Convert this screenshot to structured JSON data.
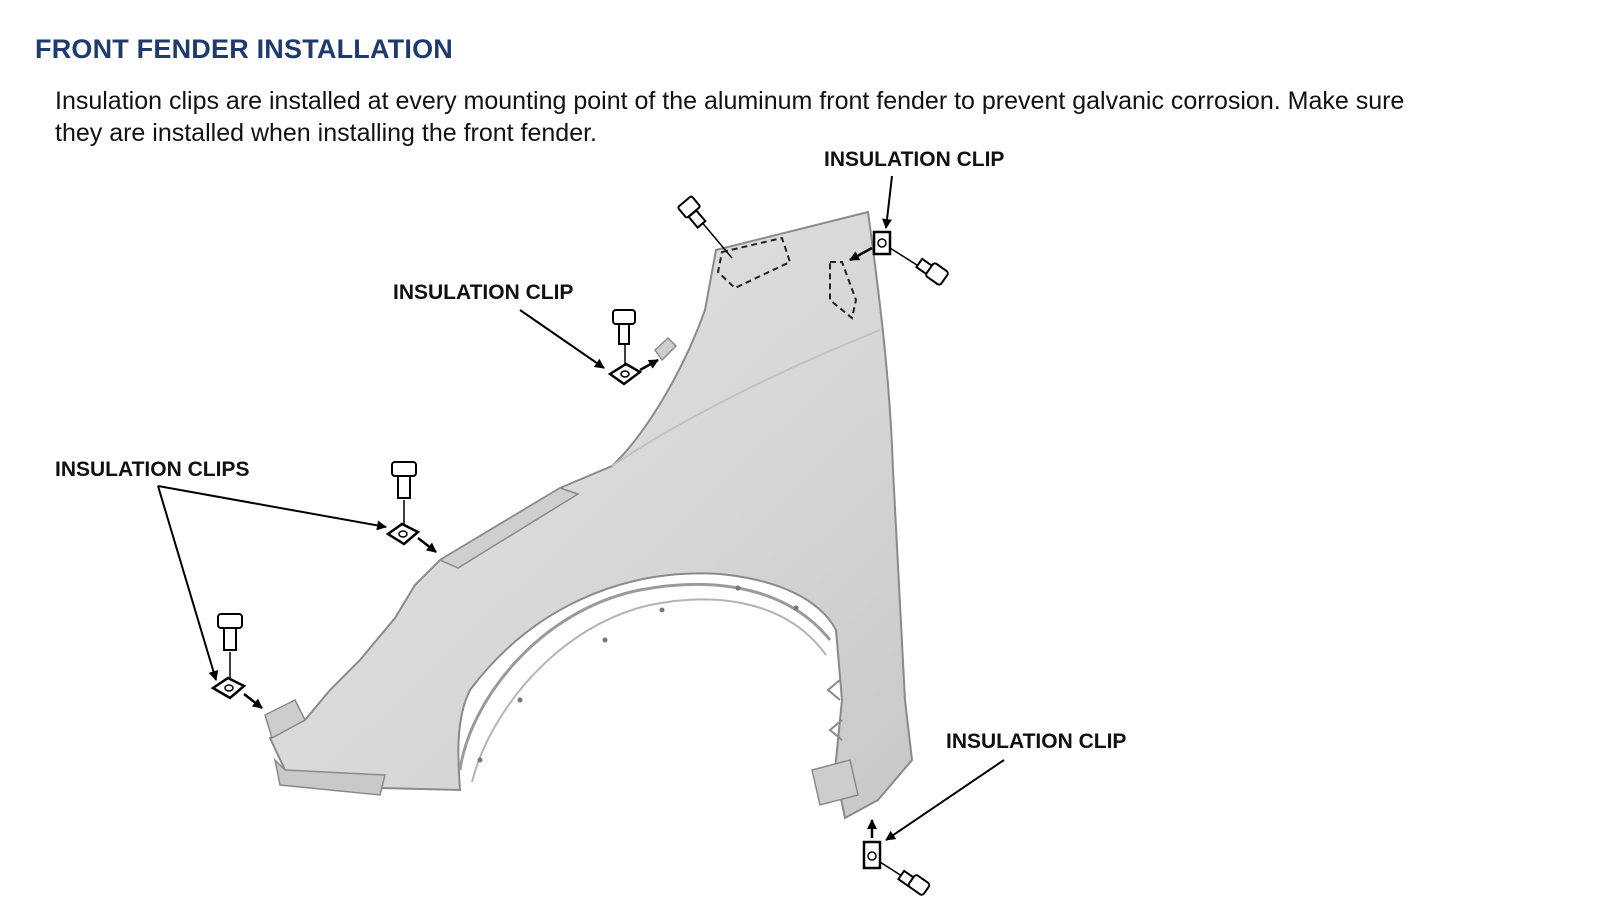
{
  "section": {
    "title": "FRONT FENDER INSTALLATION",
    "description_line1": "Insulation clips are installed at every mounting point of the aluminum front fender to prevent galvanic corrosion. Make sure",
    "description_line2": "they are installed when installing the front fender."
  },
  "callouts": {
    "top_right": "INSULATION CLIP",
    "top_middle": "INSULATION CLIP",
    "left": "INSULATION CLIPS",
    "bottom_right": "INSULATION CLIP"
  },
  "colors": {
    "heading": "#1f3b6e",
    "text": "#111111",
    "fender_fill": "#dcdcdc",
    "line": "#000000"
  }
}
